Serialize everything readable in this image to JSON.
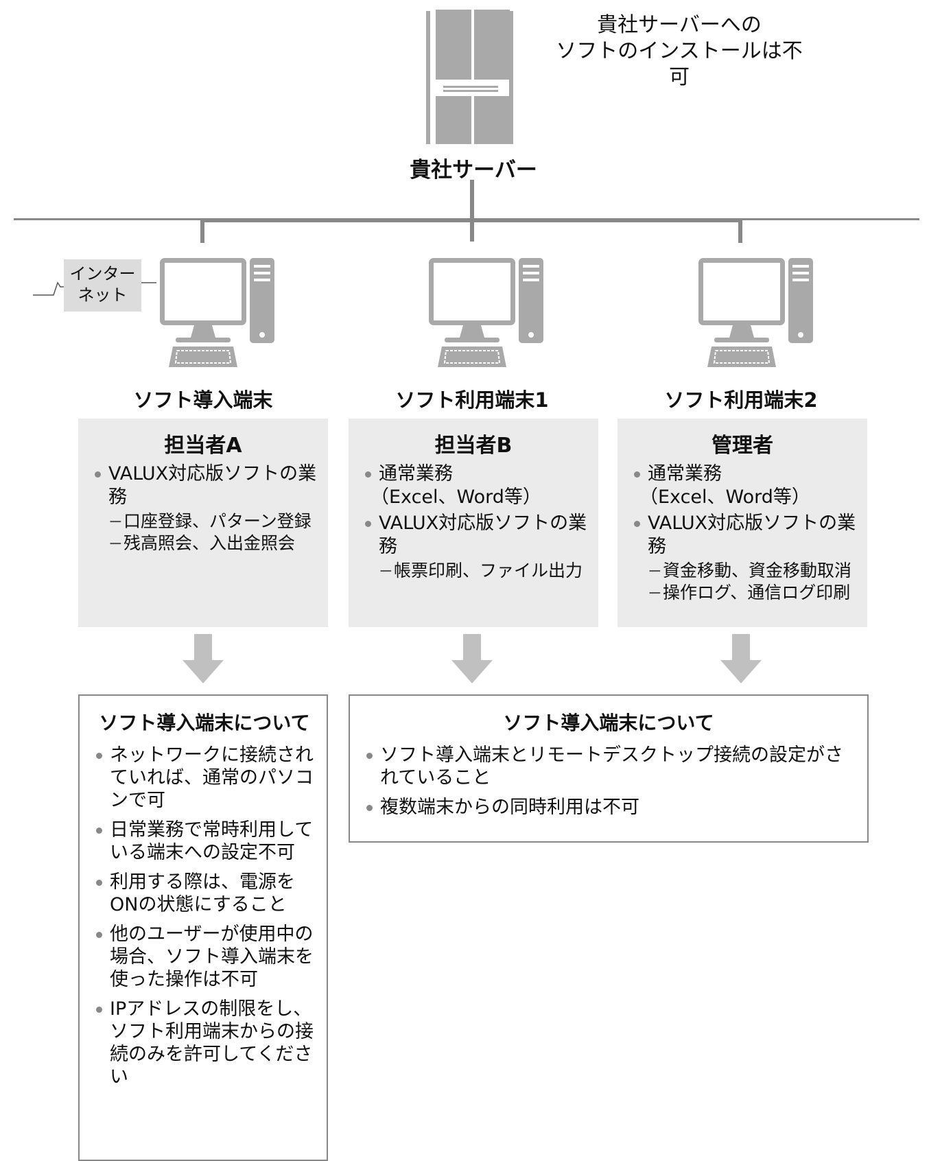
{
  "note": {
    "line1": "貴社サーバーへの",
    "line2": "ソフトのインストールは不可"
  },
  "server": {
    "label": "貴社サーバー"
  },
  "internet": {
    "line1": "インター",
    "line2": "ネット"
  },
  "terminals": [
    {
      "title": "ソフト導入端末",
      "role": "担当者A",
      "items": [
        {
          "text": "VALUX対応版ソフトの業務",
          "sub": [
            "口座登録、パターン登録",
            "残高照会、入出金照会"
          ]
        }
      ]
    },
    {
      "title": "ソフト利用端末1",
      "role": "担当者B",
      "items": [
        {
          "text": "通常業務",
          "paren": "（Excel、Word等）"
        },
        {
          "text": "VALUX対応版ソフトの業務",
          "sub": [
            "帳票印刷、ファイル出力"
          ]
        }
      ]
    },
    {
      "title": "ソフト利用端末2",
      "role": "管理者",
      "items": [
        {
          "text": "通常業務",
          "paren": "（Excel、Word等）"
        },
        {
          "text": "VALUX対応版ソフトの業務",
          "sub": [
            "資金移動、資金移動取消",
            "操作ログ、通信ログ印刷"
          ]
        }
      ]
    }
  ],
  "info_left": {
    "title": "ソフト導入端末について",
    "items": [
      "ネットワークに接続されていれば、通常のパソコンで可",
      "日常業務で常時利用している端末への設定不可",
      "利用する際は、電源をONの状態にすること",
      "他のユーザーが使用中の場合、ソフト導入端末を使った操作は不可",
      "IPアドレスの制限をし、ソフト利用端末からの接続のみを許可してください"
    ]
  },
  "info_right": {
    "title": "ソフト導入端末について",
    "items": [
      "ソフト導入端末とリモートデスクトップ接続の設定がされていること",
      "複数端末からの同時利用は不可"
    ]
  },
  "colors": {
    "icon": "#a9a9a9",
    "line": "#888888",
    "box": "#ebebeb",
    "arrow": "#c0c0c0"
  }
}
